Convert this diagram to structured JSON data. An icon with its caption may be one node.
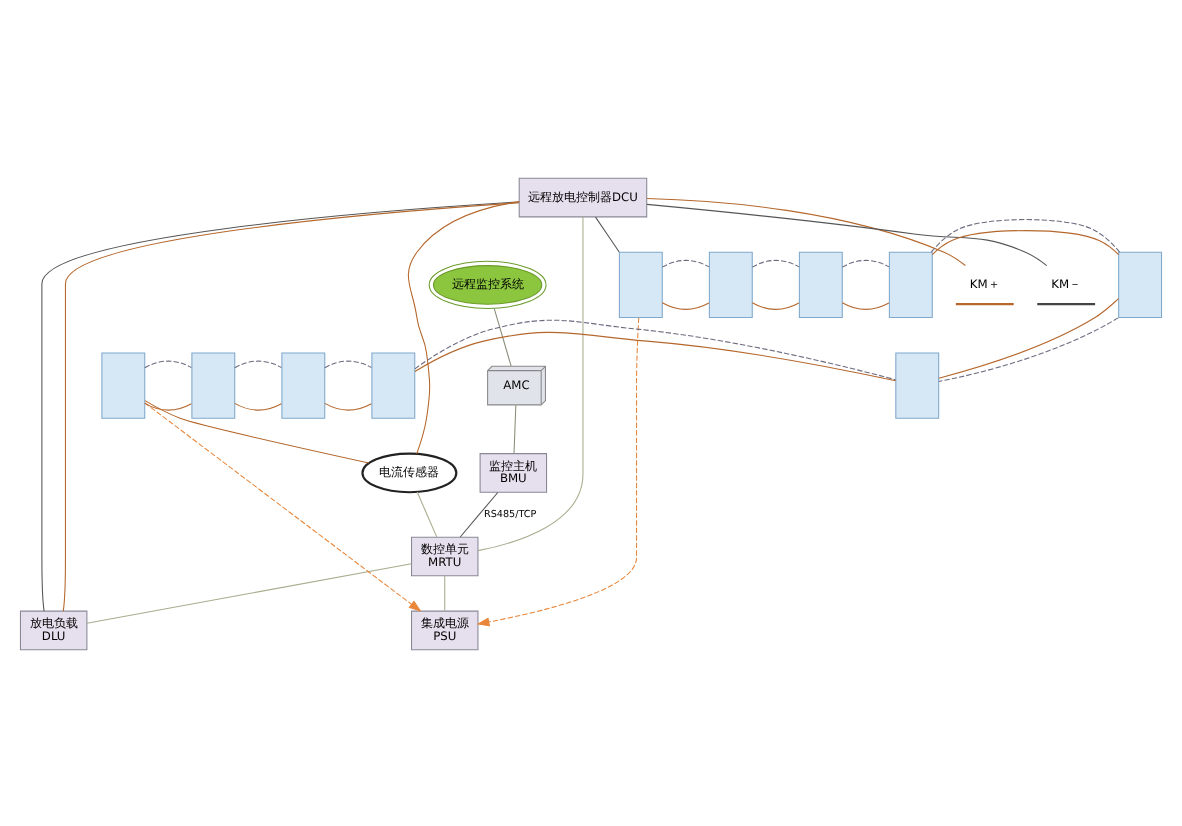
{
  "diagram": {
    "nodes": [
      {
        "text": [
          "远程监控系统"
        ]
      },
      {
        "text": [
          "AMC"
        ]
      },
      {
        "text": [
          "监控主机",
          "BMU"
        ]
      },
      {
        "text": [
          "数控单元",
          "MRTU"
        ]
      },
      {
        "text": [
          "远程放电控制器DCU"
        ]
      },
      {
        "text": [
          "放电负载",
          "DLU"
        ]
      },
      {
        "text": [
          "集成电源",
          "PSU"
        ]
      },
      {
        "text": [
          "电流传感器"
        ]
      },
      {
        "text": [
          "KM＋"
        ]
      },
      {
        "text": [
          "KM－"
        ]
      },
      {
        "text": [],
        "shape": "box"
      },
      {
        "text": [],
        "shape": "box"
      },
      {
        "text": [],
        "shape": "box"
      },
      {
        "text": [],
        "shape": "box"
      },
      {
        "text": [],
        "shape": "box"
      },
      {
        "text": [],
        "shape": "box"
      },
      {
        "text": [],
        "shape": "box"
      },
      {
        "text": [],
        "shape": "box"
      },
      {
        "text": [],
        "shape": "box"
      },
      {
        "text": [],
        "shape": "box"
      }
    ],
    "edges": [
      {
        "from": 0,
        "to": 1,
        "arrow": "none",
        "color": "#8a8f7a"
      },
      {
        "from": 1,
        "to": 2,
        "arrow": "none",
        "color": "#8a8f7a"
      },
      {
        "from": 2,
        "to": 3,
        "arrow": "none",
        "label": "RS485/TCP",
        "color": "#555555"
      },
      {
        "from": 4,
        "to": 3,
        "arrow": "none",
        "color": "#a9ad8f"
      },
      {
        "from": 4,
        "to": 10,
        "arrow": "none",
        "color": "#555555"
      },
      {
        "from": 10,
        "to": 11,
        "arrow": "none"
      },
      {
        "from": 11,
        "to": 12,
        "arrow": "none"
      },
      {
        "from": 12,
        "to": 13,
        "arrow": "none"
      },
      {
        "from": 13,
        "to": 14,
        "arrow": "none"
      },
      {
        "from": 14,
        "to": 19,
        "arrow": "none"
      },
      {
        "from": 19,
        "to": 18,
        "arrow": "none"
      },
      {
        "from": 18,
        "to": 17,
        "arrow": "none"
      },
      {
        "from": 17,
        "to": 16,
        "arrow": "none"
      },
      {
        "from": 16,
        "to": 15,
        "arrow": "none"
      },
      {
        "from": 15,
        "to": 7,
        "arrow": "none"
      },
      {
        "from": 7,
        "to": 4,
        "arrow": "none"
      },
      {
        "from": 7,
        "to": 3,
        "arrow": "none",
        "color": "#a9ad8f"
      },
      {
        "from": 10,
        "to": 11,
        "arrow": "none",
        "style": "dashed",
        "color": "#6b6b80"
      },
      {
        "from": 11,
        "to": 12,
        "arrow": "none",
        "style": "dashed",
        "color": "#6b6b80"
      },
      {
        "from": 12,
        "to": 13,
        "arrow": "none",
        "style": "dashed",
        "color": "#6b6b80"
      },
      {
        "from": 13,
        "to": 14,
        "arrow": "none",
        "style": "dashed",
        "color": "#6b6b80"
      },
      {
        "from": 14,
        "to": 19,
        "arrow": "none",
        "style": "dashed",
        "color": "#6b6b80"
      },
      {
        "from": 15,
        "to": 16,
        "arrow": "none",
        "style": "dashed",
        "color": "#6b6b80"
      },
      {
        "from": 16,
        "to": 17,
        "arrow": "none",
        "style": "dashed",
        "color": "#6b6b80"
      },
      {
        "from": 17,
        "to": 18,
        "arrow": "none",
        "style": "dashed",
        "color": "#6b6b80"
      },
      {
        "from": 18,
        "to": 19,
        "arrow": "none",
        "style": "dashed",
        "color": "#6b6b80"
      },
      {
        "from": 10,
        "to": 6,
        "arrow": "to",
        "style": "dashed",
        "color": "#e8863a"
      },
      {
        "from": 15,
        "to": 6,
        "arrow": "to",
        "style": "dashed",
        "color": "#e8863a"
      },
      {
        "from": 3,
        "to": 6,
        "arrow": "none",
        "color": "#a9ad8f"
      },
      {
        "from": 3,
        "to": 5,
        "arrow": "none",
        "color": "#a9ad8f"
      },
      {
        "from": 4,
        "to": 5,
        "arrow": "none",
        "color": "#555555"
      },
      {
        "from": 4,
        "to": 5,
        "arrow": "none"
      },
      {
        "from": 4,
        "to": 8,
        "arrow": "none"
      },
      {
        "from": 4,
        "to": 9,
        "arrow": "none",
        "color": "#555555"
      }
    ]
  }
}
